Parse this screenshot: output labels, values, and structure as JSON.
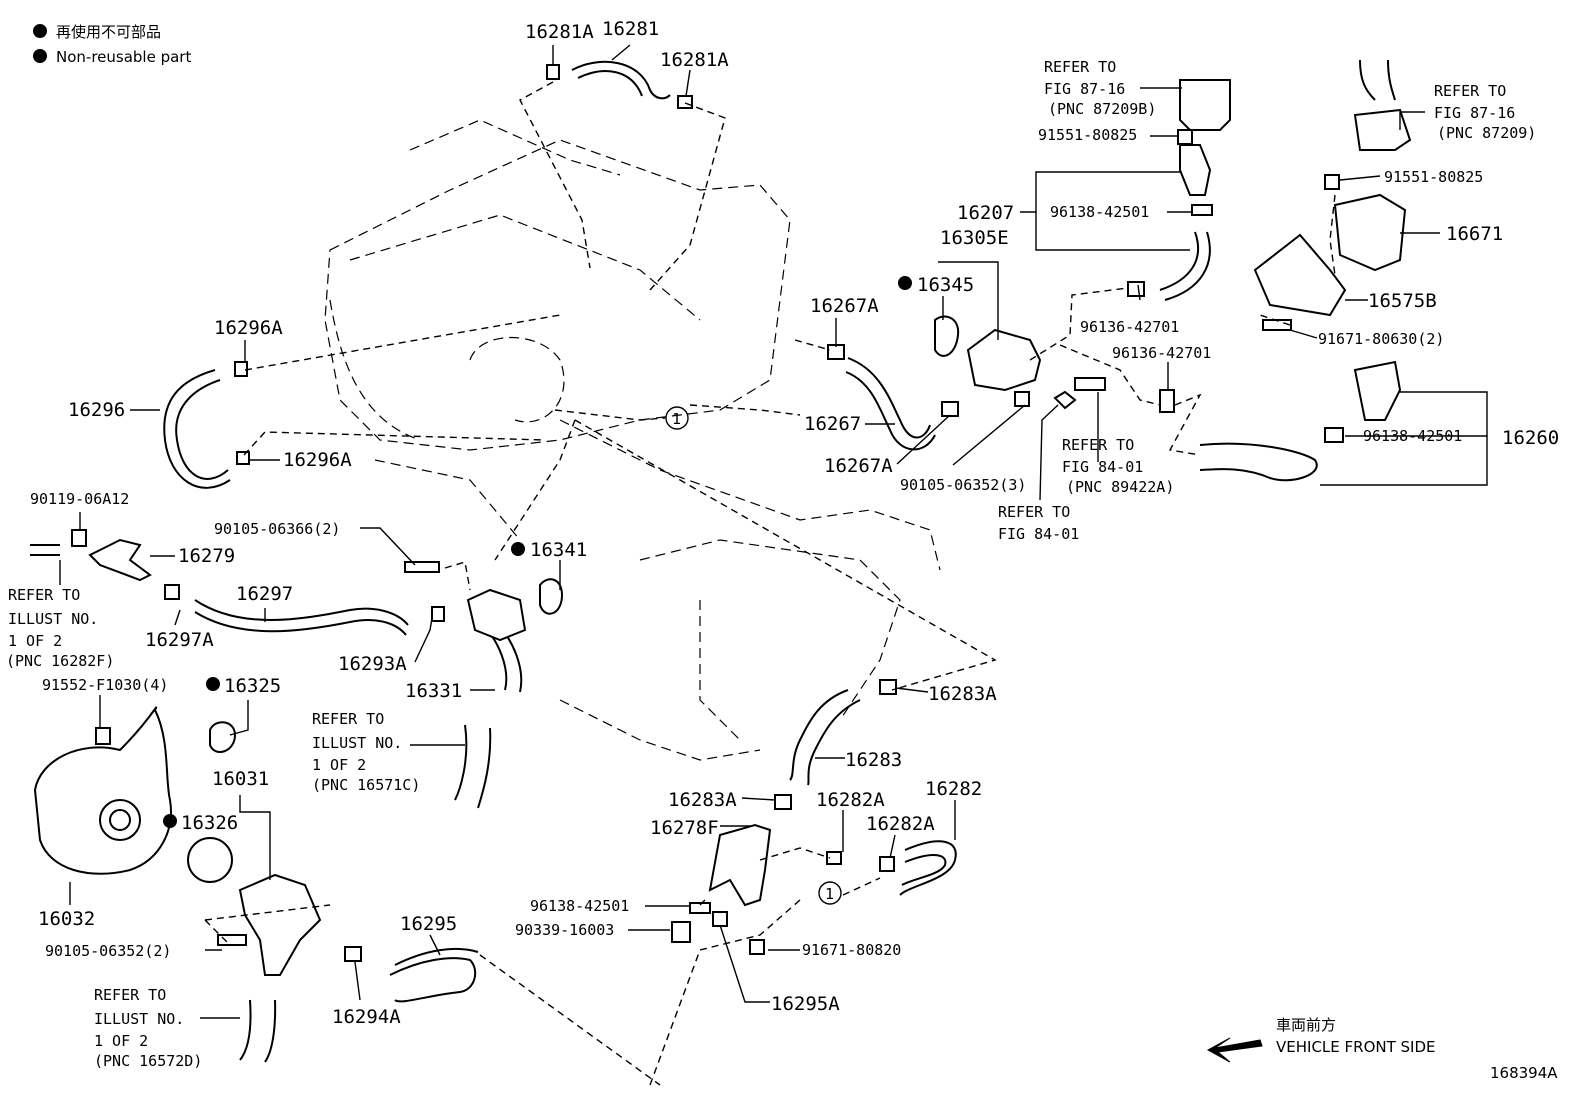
{
  "legend": {
    "jp": "再使用不可部品",
    "en": "Non-reusable part"
  },
  "part_labels": {
    "p16281A_a": "16281A",
    "p16281": "16281",
    "p16281A_b": "16281A",
    "p16296A_a": "16296A",
    "p16296": "16296",
    "p16296A_b": "16296A",
    "p90119": "90119-06A12",
    "p16279": "16279",
    "p90105_06366": "90105-06366(2)",
    "p16341": "16341",
    "p16297": "16297",
    "p16297A": "16297A",
    "p16293A": "16293A",
    "p16331": "16331",
    "p91552": "91552-F1030(4)",
    "p16325": "16325",
    "p16031": "16031",
    "p16326": "16326",
    "p16032": "16032",
    "p90105_06352_2": "90105-06352(2)",
    "p16295": "16295",
    "p16294A": "16294A",
    "p16267A_a": "16267A",
    "p16267": "16267",
    "p16267A_b": "16267A",
    "p16345": "16345",
    "p16305E": "16305E",
    "p16207": "16207",
    "p96138_a": "96138-42501",
    "p91551_a": "91551-80825",
    "p96136_a": "96136-42701",
    "p96136_b": "96136-42701",
    "p90105_06352_3": "90105-06352(3)",
    "p91551_b": "91551-80825",
    "p16671": "16671",
    "p16575B": "16575B",
    "p91671_80630": "91671-80630(2)",
    "p96138_b": "96138-42501",
    "p16260": "16260",
    "p16283A_a": "16283A",
    "p16283": "16283",
    "p16283A_b": "16283A",
    "p16282A_a": "16282A",
    "p16282": "16282",
    "p16278F": "16278F",
    "p16282A_b": "16282A",
    "p96138_c": "96138-42501",
    "p90339": "90339-16003",
    "p91671_80820": "91671-80820",
    "p16295A": "16295A",
    "circle_1a": "1",
    "circle_1b": "1"
  },
  "refer_notes": {
    "fig8716b": [
      "REFER TO",
      "FIG 87-16",
      "(PNC 87209B)"
    ],
    "fig8716": [
      "REFER TO",
      "FIG 87-16",
      "(PNC 87209)"
    ],
    "fig8401a": [
      "REFER TO",
      "FIG 84-01",
      "(PNC 89422A)"
    ],
    "fig8401b": [
      "REFER TO",
      "FIG 84-01"
    ],
    "illust16282F": [
      "REFER TO",
      "ILLUST NO.",
      "1 OF 2",
      "(PNC 16282F)"
    ],
    "illust16571C": [
      "REFER TO",
      "ILLUST NO.",
      "1 OF 2",
      "(PNC 16571C)"
    ],
    "illust16572D": [
      "REFER TO",
      "ILLUST NO.",
      "1 OF 2",
      "(PNC 16572D)"
    ]
  },
  "direction": {
    "jp": "車両前方",
    "en": "VEHICLE FRONT SIDE"
  },
  "figure_id": "168394A"
}
